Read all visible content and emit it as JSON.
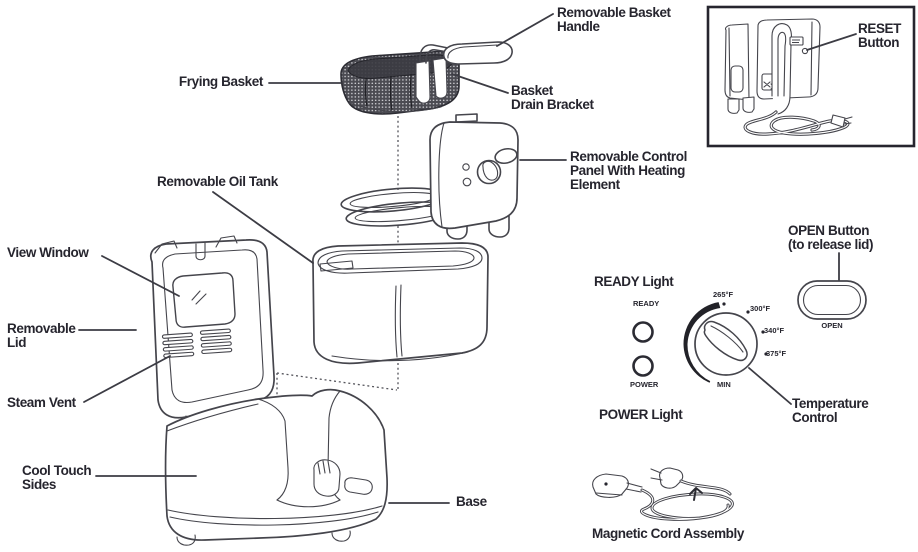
{
  "title": "Deep Fryer Parts Diagram",
  "ink": {
    "label": "#26252e",
    "line": "#45454c",
    "dark": "#26252e"
  },
  "callouts": {
    "removable_basket_handle": "Removable Basket\nHandle",
    "frying_basket": "Frying Basket",
    "basket_drain_bracket": "Basket\nDrain Bracket",
    "reset_button": "RESET\nButton",
    "removable_control_panel": "Removable Control\nPanel With Heating\nElement",
    "removable_oil_tank": "Removable Oil Tank",
    "open_button": "OPEN Button\n(to release lid)",
    "view_window": "View Window",
    "ready_light": "READY Light",
    "removable_lid": "Removable\nLid",
    "steam_vent": "Steam Vent",
    "power_light": "POWER Light",
    "temperature_control": "Temperature\nControl",
    "cool_touch_sides": "Cool Touch\nSides",
    "base": "Base",
    "magnetic_cord_assembly": "Magnetic Cord Assembly"
  },
  "control_panel": {
    "ready_indicator": "READY",
    "power_indicator": "POWER",
    "open_button": "OPEN",
    "dial": {
      "min": "MIN",
      "temps": [
        "265°F",
        "300°F",
        "340°F",
        "375°F"
      ]
    }
  }
}
